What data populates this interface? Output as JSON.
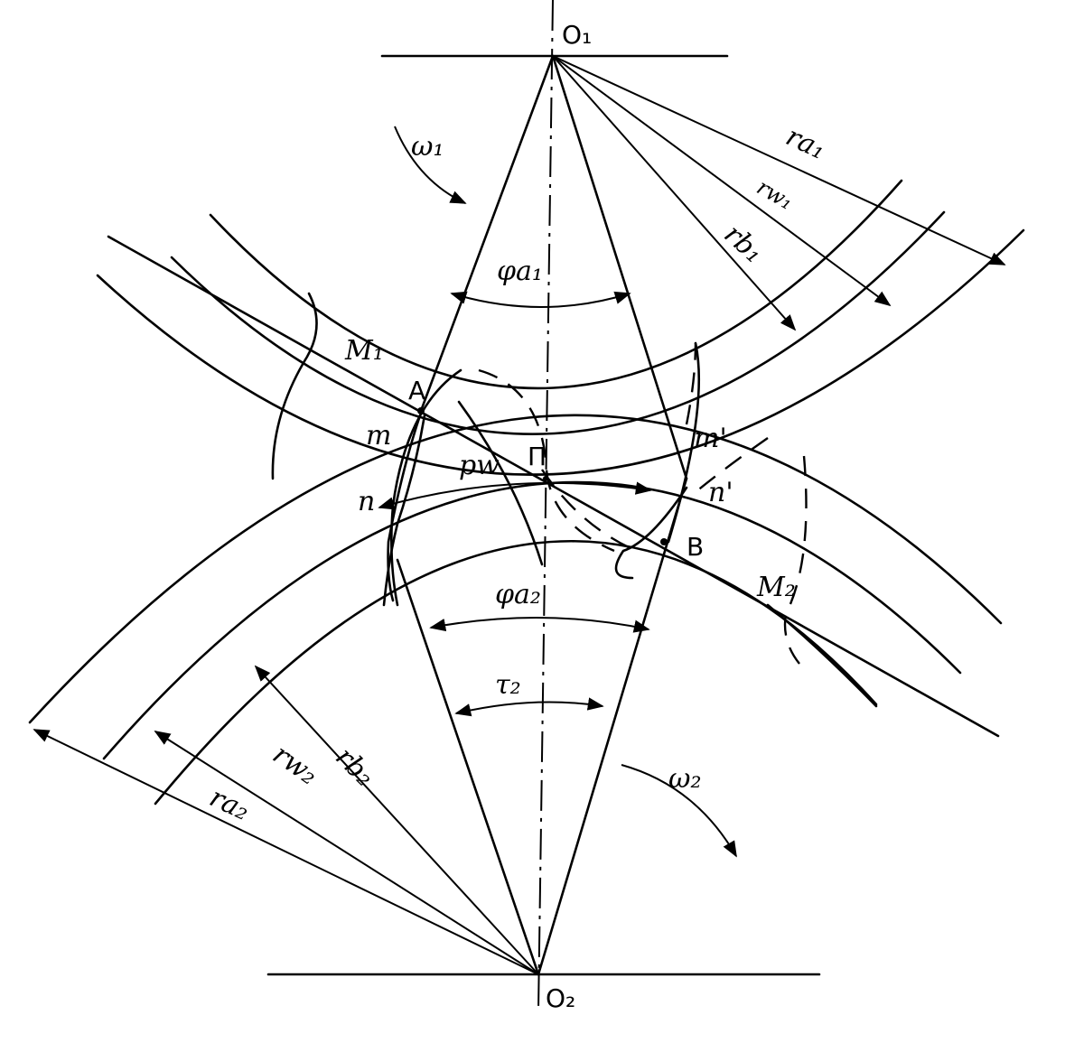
{
  "labels": {
    "O1": "O₁",
    "O2": "O₂",
    "omega1": "ω₁",
    "omega2": "ω₂",
    "ra1": "ra₁",
    "rw1": "rw₁",
    "rb1": "rb₁",
    "ra2": "ra₂",
    "rw2": "rw₂",
    "rb2": "rb₂",
    "phi_a1": "φa₁",
    "phi_a2": "φa₂",
    "tau2": "τ₂",
    "M1": "M₁",
    "M2": "M₂",
    "A": "A",
    "B": "B",
    "P": "П",
    "pw": "pw",
    "m": "m",
    "m_prime": "m'",
    "n": "n",
    "n_prime": "n'"
  }
}
